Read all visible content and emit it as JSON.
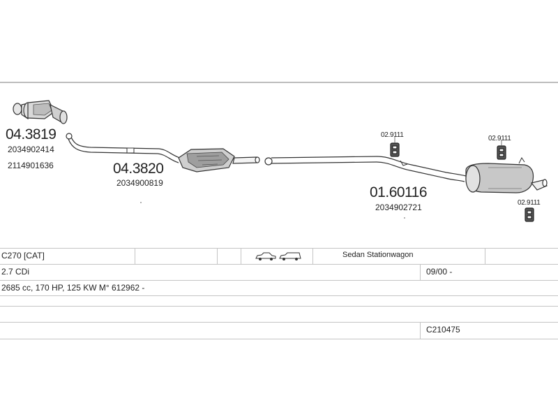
{
  "parts": {
    "cat_front": {
      "number": "04.3819",
      "refs": [
        "2034902414",
        "2114901636"
      ]
    },
    "cat_mid": {
      "number": "04.3820",
      "refs": [
        "2034900819"
      ]
    },
    "rear_pipe": {
      "number": "01.60116",
      "refs": [
        "2034902721"
      ]
    },
    "hangers": [
      "02.9111",
      "02.9111",
      "02.9111"
    ]
  },
  "vehicle": {
    "model": "C270  [CAT]",
    "body_types": "Sedan Stationwagon",
    "engine": "2.7 CDi",
    "date_range": "09/00 -",
    "specs": "2685 cc, 170 HP, 125 KW M° 612962 -",
    "code": "C210475"
  },
  "icons": [
    "sedan-icon",
    "stationwagon-icon"
  ]
}
